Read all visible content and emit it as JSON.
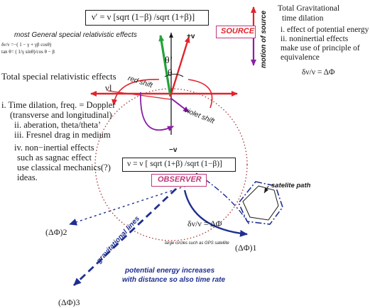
{
  "formulas": {
    "source_freq": "ν′ = ν [sqrt (1−β) /sqrt (1+β)]",
    "observer_freq": "ν = ν [ sqrt (1+β) /sqrt (1−β)]",
    "delta_nu_observer": "δν/ν = ΔΦ",
    "delta_nu_gravity": "δν/ν = ΔΦ",
    "general_eq1": "δν/ν =−( 1 − γ + γβ  cosθ)",
    "general_eq2": "tan θ= ( 1/γ sinθ)/cos θ − β"
  },
  "boxes": {
    "source": "SOURCE",
    "observer": "OBSERVER"
  },
  "labels": {
    "general_effects": "most General special relativistic effects",
    "total_special": "Total special relativistic effects",
    "red_shift": "red shift",
    "violet_shift": "violet shift",
    "motion_of_source": "motion of source",
    "plus_v": "+v",
    "minus_v": "−v",
    "theta_prime": "θ’",
    "theta": "θ",
    "nu_l": "νl",
    "satellite_path": "satelite path",
    "large_circles": "large circles such as GPS satellite",
    "gravitational_lines": "gravitational lines",
    "potential_line1": "potential energy increases",
    "potential_line2": "with distance so also time rate",
    "dphi1": "(ΔΦ)1",
    "dphi2": "(ΔΦ)2",
    "dphi3": "(ΔΦ)3"
  },
  "special_list": [
    "i. Time dilation, freq. = Doppler",
    "(transverse and longitudinal)",
    "ii. aberation, theta/theta’",
    "iii. Fresnel drag in medium",
    "iv. non−inertial effects",
    "such as sagnac effect",
    "use classical mechanics(?)",
    "ideas."
  ],
  "gravity_list": [
    "Total Gravitational",
    "time dilation",
    "i. effect of potential energy",
    "ii. noninertial effects",
    "make use of principle of",
    "equivalence"
  ],
  "colors": {
    "red": "#e0242b",
    "green": "#22a33a",
    "purple": "#8a1fa8",
    "navy": "#1f2f8f",
    "pink": "#c0397a",
    "ink": "#1a1a1a"
  }
}
